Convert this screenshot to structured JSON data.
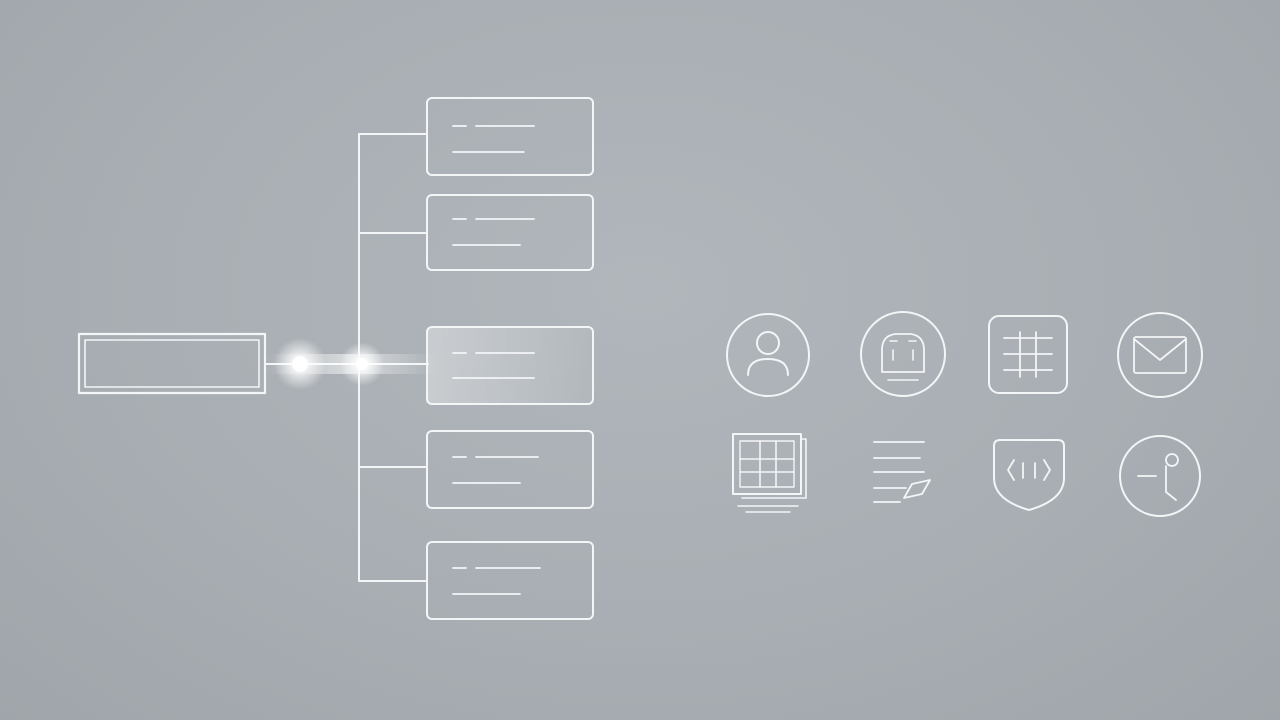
{
  "diagram": {
    "type": "hierarchy",
    "root": {
      "label": ""
    },
    "children": [
      {
        "label": ""
      },
      {
        "label": ""
      },
      {
        "label": "",
        "highlighted": true
      },
      {
        "label": ""
      },
      {
        "label": ""
      }
    ]
  },
  "icons": [
    {
      "name": "user-icon",
      "shape": "circle"
    },
    {
      "name": "dashboard-icon",
      "shape": "circle"
    },
    {
      "name": "table-icon",
      "shape": "rounded-square"
    },
    {
      "name": "mail-icon",
      "shape": "circle"
    },
    {
      "name": "grid-layout-icon",
      "shape": "square"
    },
    {
      "name": "document-edit-icon",
      "shape": "none"
    },
    {
      "name": "code-shield-icon",
      "shape": "shield"
    },
    {
      "name": "share-node-icon",
      "shape": "circle"
    }
  ],
  "colors": {
    "background": "#a8aeb3",
    "line": "#f3f5f7",
    "glow": "#ffffff"
  }
}
